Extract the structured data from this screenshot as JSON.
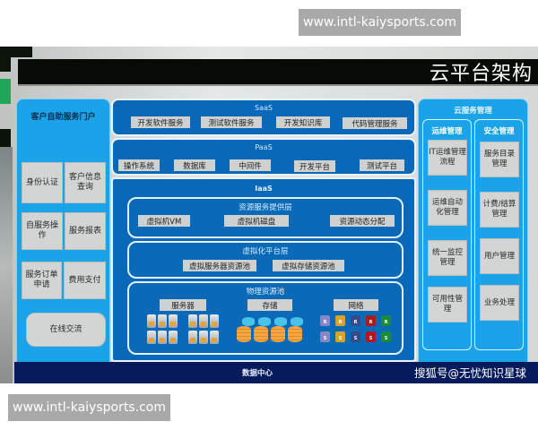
{
  "watermarks": {
    "top": "www.intl-kaiysports.com",
    "bottom": "www.intl-kaiysports.com"
  },
  "title": "云平台架构",
  "left_panel": {
    "title": "客户自助服务门户",
    "items": [
      "身份认证",
      "客户信息查询",
      "自服务操作",
      "服务报表",
      "服务订单申请",
      "费用支付",
      "在线交流"
    ]
  },
  "saas": {
    "title": "SaaS",
    "items": [
      "开发软件服务",
      "测试软件服务",
      "开发知识库",
      "代码管理服务"
    ]
  },
  "paas": {
    "title": "PaaS",
    "items": [
      "操作系统",
      "数据库",
      "中间件",
      "开发平台",
      "测试平台"
    ]
  },
  "iaas": {
    "title": "IaaS",
    "resource_layer": {
      "title": "资源服务提供层",
      "items": [
        "虚拟机VM",
        "虚拟机磁盘",
        "资源动态分配"
      ]
    },
    "virtual_layer": {
      "title": "虚拟化平台层",
      "items": [
        "虚拟服务器资源池",
        "虚拟存储资源池"
      ]
    },
    "physical_layer": {
      "title": "物理资源池",
      "groups": [
        {
          "label": "服务器",
          "icon": "server-rack-icon"
        },
        {
          "label": "存储",
          "icon": "storage-disk-icon"
        },
        {
          "label": "网络",
          "icon": "network-device-icon"
        }
      ],
      "network_labels": {
        "router": "R",
        "switch": "S"
      }
    }
  },
  "data_center": {
    "label": "数据中心",
    "source": "搜狐号@无忧知识星球"
  },
  "right_panel": {
    "title": "云服务管理",
    "columns": [
      {
        "title": "运维管理",
        "items": [
          "IT运维管理流程",
          "运维自动化管理",
          "统一监控管理",
          "可用性管理"
        ]
      },
      {
        "title": "安全管理",
        "items": [
          "服务目录管理",
          "计费/结算管理",
          "用户管理",
          "业务处理"
        ]
      }
    ]
  },
  "colors": {
    "panel_light_blue": "#1aa3e8",
    "layer_blue": "#0969b8",
    "data_center_navy": "#061a5c",
    "title_bar": "#060b06",
    "box_grey": "#d3d4d4"
  }
}
